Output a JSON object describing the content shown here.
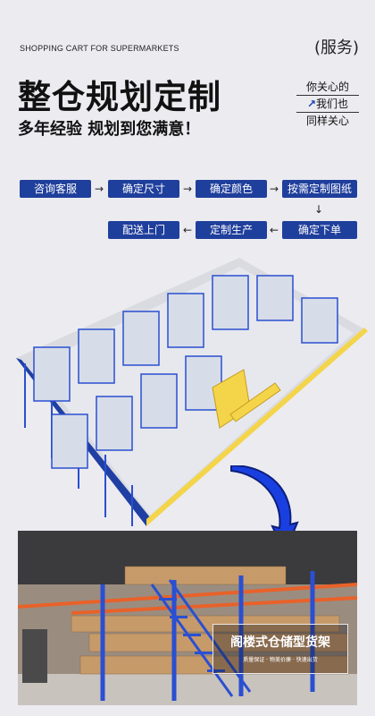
{
  "header": {
    "top_label": "SHOPPING CART FOR SUPERMARKETS",
    "service_tag": "(服务)",
    "title": "整仓规划定制",
    "subtitle": "多年经验 规划到您满意！",
    "care": [
      "你关心的",
      "我们也",
      "同样关心"
    ],
    "care_arrow": "↗"
  },
  "process": {
    "row1": [
      "咨询客服",
      "确定尺寸",
      "确定颜色",
      "按需定制图纸"
    ],
    "row2": [
      "配送上门",
      "定制生产",
      "确定下单"
    ],
    "arrow_right": "→",
    "arrow_left": "←",
    "arrow_down": "↓"
  },
  "photo": {
    "caption_title": "阁楼式仓储型货架",
    "caption_sub": "质量保证 · 物美价廉 · 快速出货"
  },
  "colors": {
    "step_bg": "#1f3f9c",
    "arrow_blue": "#1a3fe0",
    "rack_blue": "#2a4fd1",
    "rack_orange": "#e8622a"
  }
}
